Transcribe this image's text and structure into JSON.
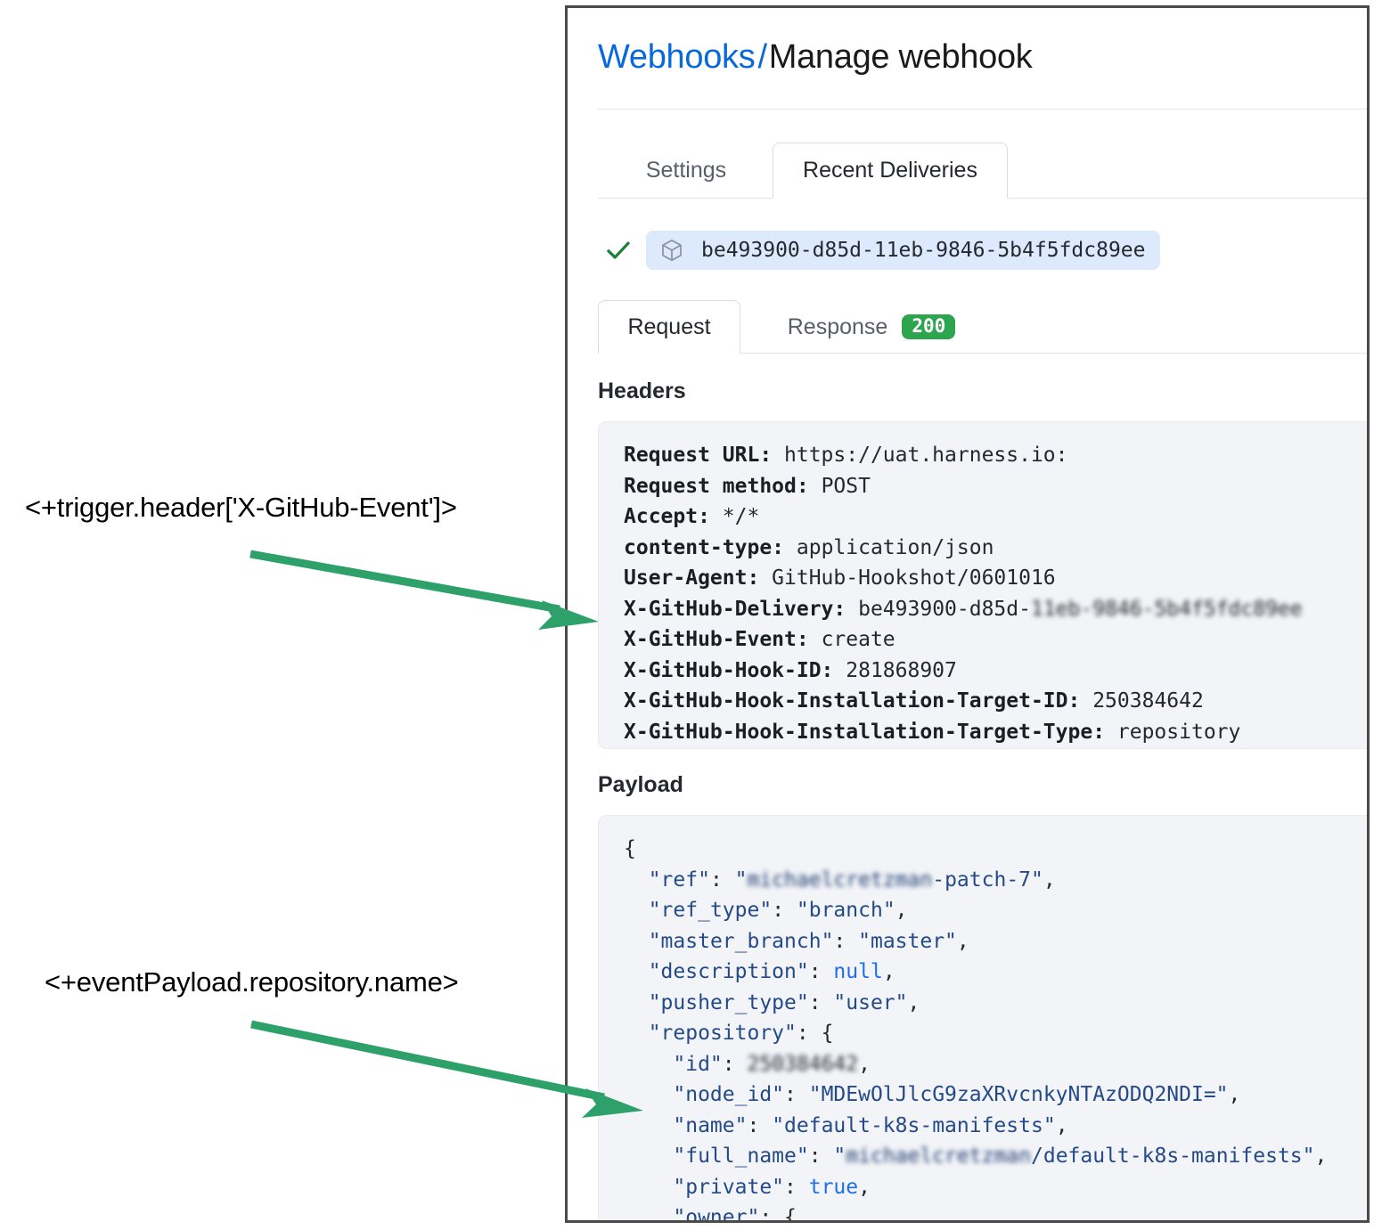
{
  "annotations": [
    {
      "id": "header",
      "text": "<+trigger.header['X-GitHub-Event']>"
    },
    {
      "id": "payload",
      "text": "<+eventPayload.repository.name>"
    }
  ],
  "annotation_color": "#2ea06a",
  "breadcrumb": {
    "link": "Webhooks",
    "separator": "/",
    "current": "Manage webhook"
  },
  "outer_tabs": [
    {
      "label": "Settings",
      "active": false
    },
    {
      "label": "Recent Deliveries",
      "active": true
    }
  ],
  "delivery": {
    "status_icon": "check-icon",
    "package_icon": "cube-icon",
    "guid": "be493900-d85d-11eb-9846-5b4f5fdc89ee"
  },
  "inner_tabs": [
    {
      "label": "Request",
      "active": true
    },
    {
      "label": "Response",
      "active": false,
      "badge": "200",
      "badge_color": "#2da44e"
    }
  ],
  "sections": {
    "headers_label": "Headers",
    "payload_label": "Payload"
  },
  "headers": [
    {
      "key": "Request URL:",
      "value": "https://uat.harness.io:"
    },
    {
      "key": "Request method:",
      "value": "POST"
    },
    {
      "key": "Accept:",
      "value": "*/*"
    },
    {
      "key": "content-type:",
      "value": "application/json"
    },
    {
      "key": "User-Agent:",
      "value": "GitHub-Hookshot/0601016"
    },
    {
      "key": "X-GitHub-Delivery:",
      "value": "be493900-d85d-",
      "redacted_value": "11eb-9846-5b4f5fdc89ee"
    },
    {
      "key": "X-GitHub-Event:",
      "value": "create"
    },
    {
      "key": "X-GitHub-Hook-ID:",
      "value": "281868907"
    },
    {
      "key": "X-GitHub-Hook-Installation-Target-ID:",
      "value": "250384642"
    },
    {
      "key": "X-GitHub-Hook-Installation-Target-Type:",
      "value": "repository"
    }
  ],
  "payload_lines": [
    "{",
    "  \"ref\": \"michaelcretzman-patch-7\",",
    "  \"ref_type\": \"branch\",",
    "  \"master_branch\": \"master\",",
    "  \"description\": null,",
    "  \"pusher_type\": \"user\",",
    "  \"repository\": {",
    "    \"id\": 250384642,",
    "    \"node_id\": \"MDEwOlJlcG9zaXRvcnkyNTAzODQ2NDI=\",",
    "    \"name\": \"default-k8s-manifests\",",
    "    \"full_name\": \"michaelcretzman/default-k8s-manifests\",",
    "    \"private\": true,",
    "    \"owner\": {"
  ]
}
